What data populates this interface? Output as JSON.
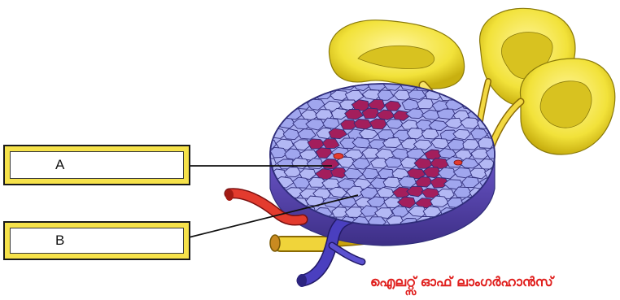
{
  "labels": {
    "a": "A",
    "b": "B"
  },
  "caption": "ഐലറ്റ്സ് ഓഫ് ലാംഗർഹാൻസ്",
  "colors": {
    "caption": "#e0201e",
    "box_border": "#f6e24a",
    "islet_cells": "#a9aef0",
    "islet_outline": "#2f2d7a",
    "alpha_cells": "#a31e5c",
    "acinus": "#f2e23a",
    "duct": "#e6c21a",
    "artery": "#e33b2e",
    "vein": "#4a3fbf"
  }
}
